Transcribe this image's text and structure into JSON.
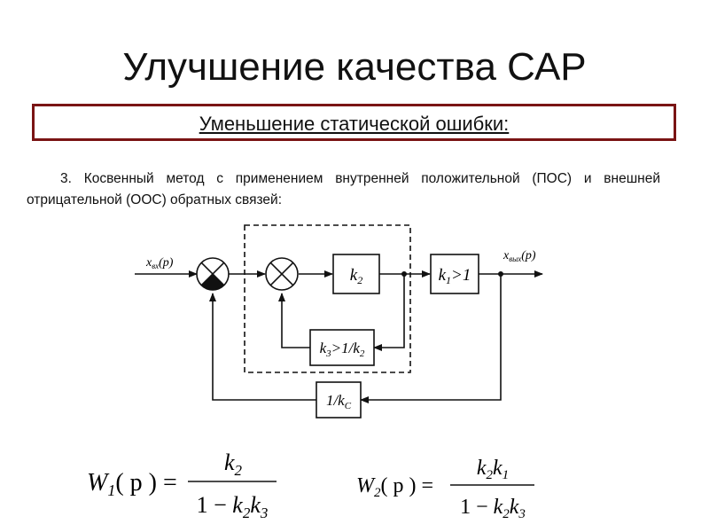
{
  "slide": {
    "title": "Улучшение качества САР",
    "subtitle": "Уменьшение статической ошибки:",
    "paragraph": "3. Косвенный метод с применением внутренней положительной (ПОС) и внешней отрицательной (ООС) обратных связей:"
  },
  "diagram": {
    "input_signal": {
      "var": "x",
      "sub": "вх",
      "arg": "(p)"
    },
    "output_signal": {
      "var": "x",
      "sub": "вых",
      "arg": "(p)"
    },
    "blocks": {
      "k2": {
        "k": "k",
        "sub": "2"
      },
      "k1": {
        "k": "k",
        "sub": "1",
        "rest": ">1"
      },
      "k3": {
        "k": "k",
        "sub": "3",
        "rest": ">1/k",
        "sub2": "2"
      },
      "kc": {
        "pre": "1/k",
        "sub": "C"
      }
    }
  },
  "formulas": {
    "w1": {
      "lhs_var": "W",
      "lhs_sub": "1",
      "lhs_arg": "( p ) =",
      "num_var": "k",
      "num_sub": "2",
      "den_pre": "1 − ",
      "den_k": "k",
      "den_sub1": "2",
      "den_k2": "k",
      "den_sub2": "3"
    },
    "w2": {
      "lhs_var": "W",
      "lhs_sub": "2",
      "lhs_arg": "( p ) =",
      "num_k1": "k",
      "num_sub1": "2",
      "num_k2": "k",
      "num_sub2": "1",
      "den_pre": "1 − ",
      "den_k": "k",
      "den_sub1": "2",
      "den_k2": "k",
      "den_sub2": "3"
    }
  }
}
